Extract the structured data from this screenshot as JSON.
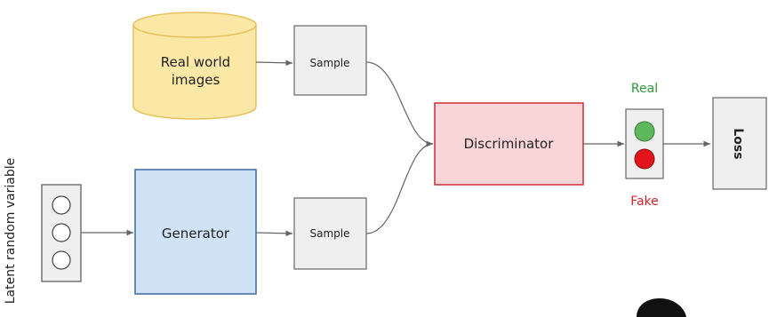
{
  "diagram": {
    "real_world_label_line1": "Real world",
    "real_world_label_line2": "images",
    "sample_top_label": "Sample",
    "sample_bottom_label": "Sample",
    "generator_label": "Generator",
    "discriminator_label": "Discriminator",
    "latent_label": "Latent random variable",
    "real_label": "Real",
    "fake_label": "Fake",
    "loss_label": "Loss"
  },
  "colors": {
    "real_world_fill": "#fbe7a6",
    "real_world_stroke": "#e6c15c",
    "generator_fill": "#cfe2f6",
    "generator_stroke": "#3d6aa0",
    "discriminator_fill": "#f9d5d8",
    "discriminator_stroke": "#c8303a",
    "sample_fill": "#efefef",
    "real_text": "#2e9a3a",
    "fake_text": "#d0282d",
    "light_green": "#5cb85c",
    "light_red": "#e1141b"
  }
}
